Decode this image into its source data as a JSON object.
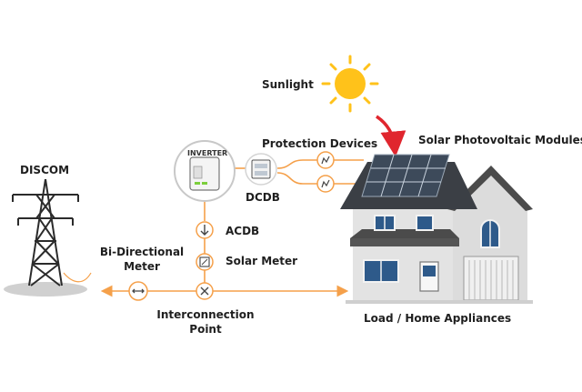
{
  "labels": {
    "sunlight": "Sunlight",
    "protection_devices": "Protection Devices",
    "solar_pv_modules": "Solar Photovoltaic Modules",
    "inverter": "INVERTER",
    "dcdb": "DCDB",
    "acdb": "ACDB",
    "solar_meter": "Solar Meter",
    "discom": "DISCOM",
    "bidirectional_meter_line1": "Bi-Directional",
    "bidirectional_meter_line2": "Meter",
    "interconnection_line1": "Interconnection",
    "interconnection_line2": "Point",
    "load": "Load / Home Appliances"
  },
  "colors": {
    "wire": "#f5a04a",
    "sun": "#ffc21a",
    "sun_arrow": "#e0262e",
    "tower": "#2b2b2b",
    "house_wall": "#e3e3e3",
    "roof": "#4b4b4b",
    "window": "#2e5a8a",
    "panel": "#3d4a5a",
    "ground": "#d0d0d0"
  },
  "icons": {
    "dcdb": "electrical-panel-icon",
    "protection": "surge-protector-icon",
    "acdb": "down-arrow-icon",
    "solar_meter": "meter-icon",
    "bidirectional": "double-arrow-icon",
    "interconnection": "cross-icon"
  }
}
